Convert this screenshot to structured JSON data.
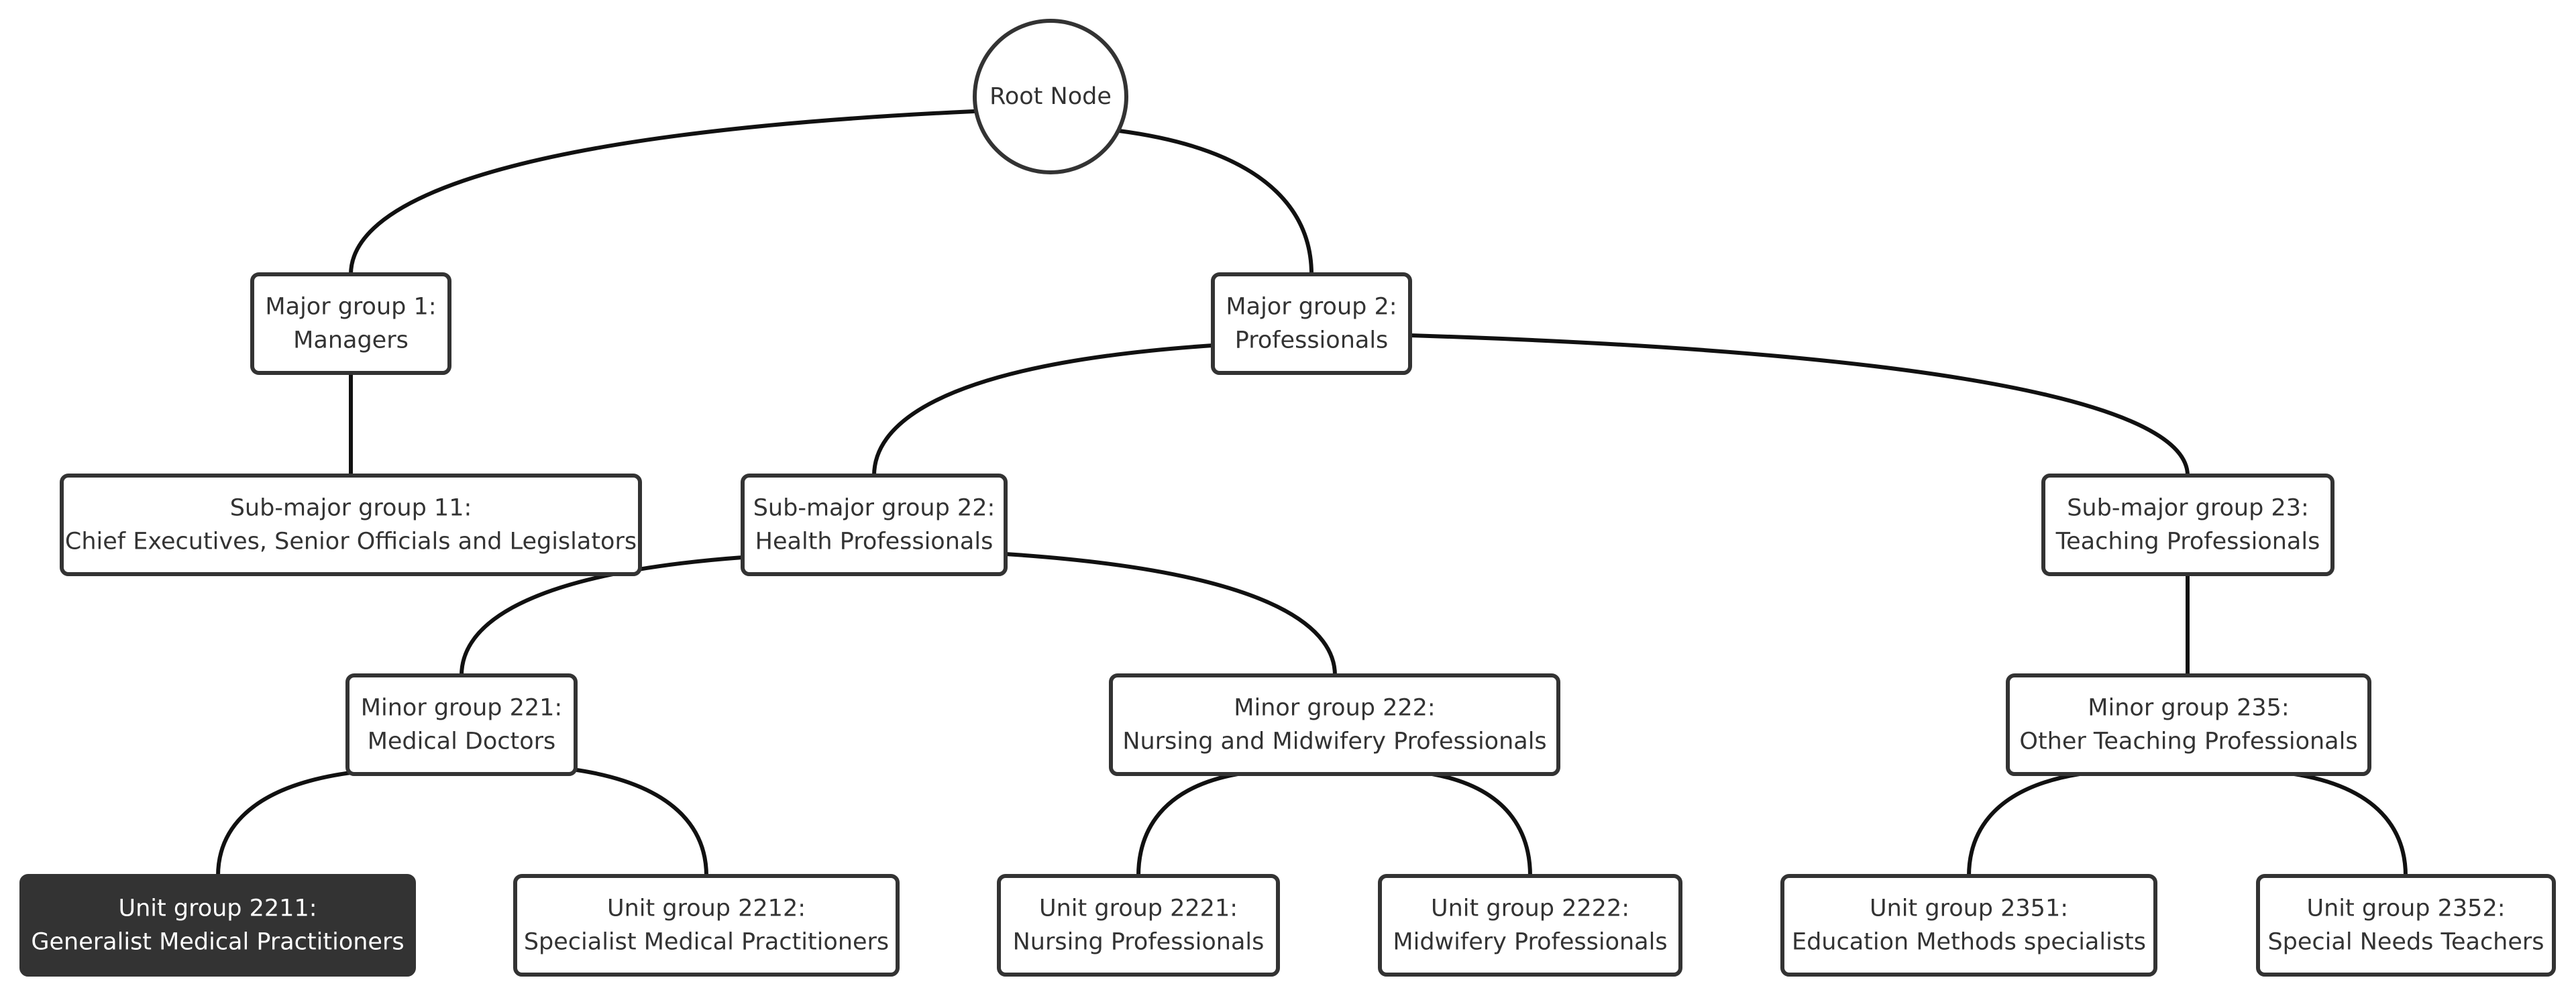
{
  "diagram": {
    "type": "tree",
    "style": {
      "line_color": "#111111",
      "node_border_color": "#333333",
      "node_fill": "#ffffff",
      "node_text_color": "#333333",
      "highlight_fill": "#333333",
      "highlight_text_color": "#ffffff"
    },
    "nodes": {
      "root": {
        "lines": [
          "Root Node"
        ]
      },
      "mg1": {
        "lines": [
          "Major group 1:",
          "Managers"
        ]
      },
      "mg2": {
        "lines": [
          "Major group 2:",
          "Professionals"
        ]
      },
      "smg11": {
        "lines": [
          "Sub-major group 11:",
          "Chief Executives, Senior Officials and Legislators"
        ]
      },
      "smg22": {
        "lines": [
          "Sub-major group 22:",
          "Health Professionals"
        ]
      },
      "smg23": {
        "lines": [
          "Sub-major group 23:",
          "Teaching Professionals"
        ]
      },
      "mn221": {
        "lines": [
          "Minor group 221:",
          "Medical Doctors"
        ]
      },
      "mn222": {
        "lines": [
          "Minor group 222:",
          "Nursing and Midwifery Professionals"
        ]
      },
      "mn235": {
        "lines": [
          "Minor group 235:",
          "Other Teaching Professionals"
        ]
      },
      "ug2211": {
        "lines": [
          "Unit group 2211:",
          "Generalist Medical Practitioners"
        ]
      },
      "ug2212": {
        "lines": [
          "Unit group 2212:",
          "Specialist Medical Practitioners"
        ]
      },
      "ug2221": {
        "lines": [
          "Unit group 2221:",
          "Nursing Professionals"
        ]
      },
      "ug2222": {
        "lines": [
          "Unit group 2222:",
          "Midwifery Professionals"
        ]
      },
      "ug2351": {
        "lines": [
          "Unit group 2351:",
          "Education Methods specialists"
        ]
      },
      "ug2352": {
        "lines": [
          "Unit group 2352:",
          "Special Needs Teachers"
        ]
      }
    },
    "edges": [
      [
        "root",
        "mg1"
      ],
      [
        "root",
        "mg2"
      ],
      [
        "mg1",
        "smg11"
      ],
      [
        "mg2",
        "smg22"
      ],
      [
        "mg2",
        "smg23"
      ],
      [
        "smg22",
        "mn221"
      ],
      [
        "smg22",
        "mn222"
      ],
      [
        "smg23",
        "mn235"
      ],
      [
        "mn221",
        "ug2211"
      ],
      [
        "mn221",
        "ug2212"
      ],
      [
        "mn222",
        "ug2221"
      ],
      [
        "mn222",
        "ug2222"
      ],
      [
        "mn235",
        "ug2351"
      ],
      [
        "mn235",
        "ug2352"
      ]
    ],
    "highlighted": [
      "ug2211"
    ]
  }
}
